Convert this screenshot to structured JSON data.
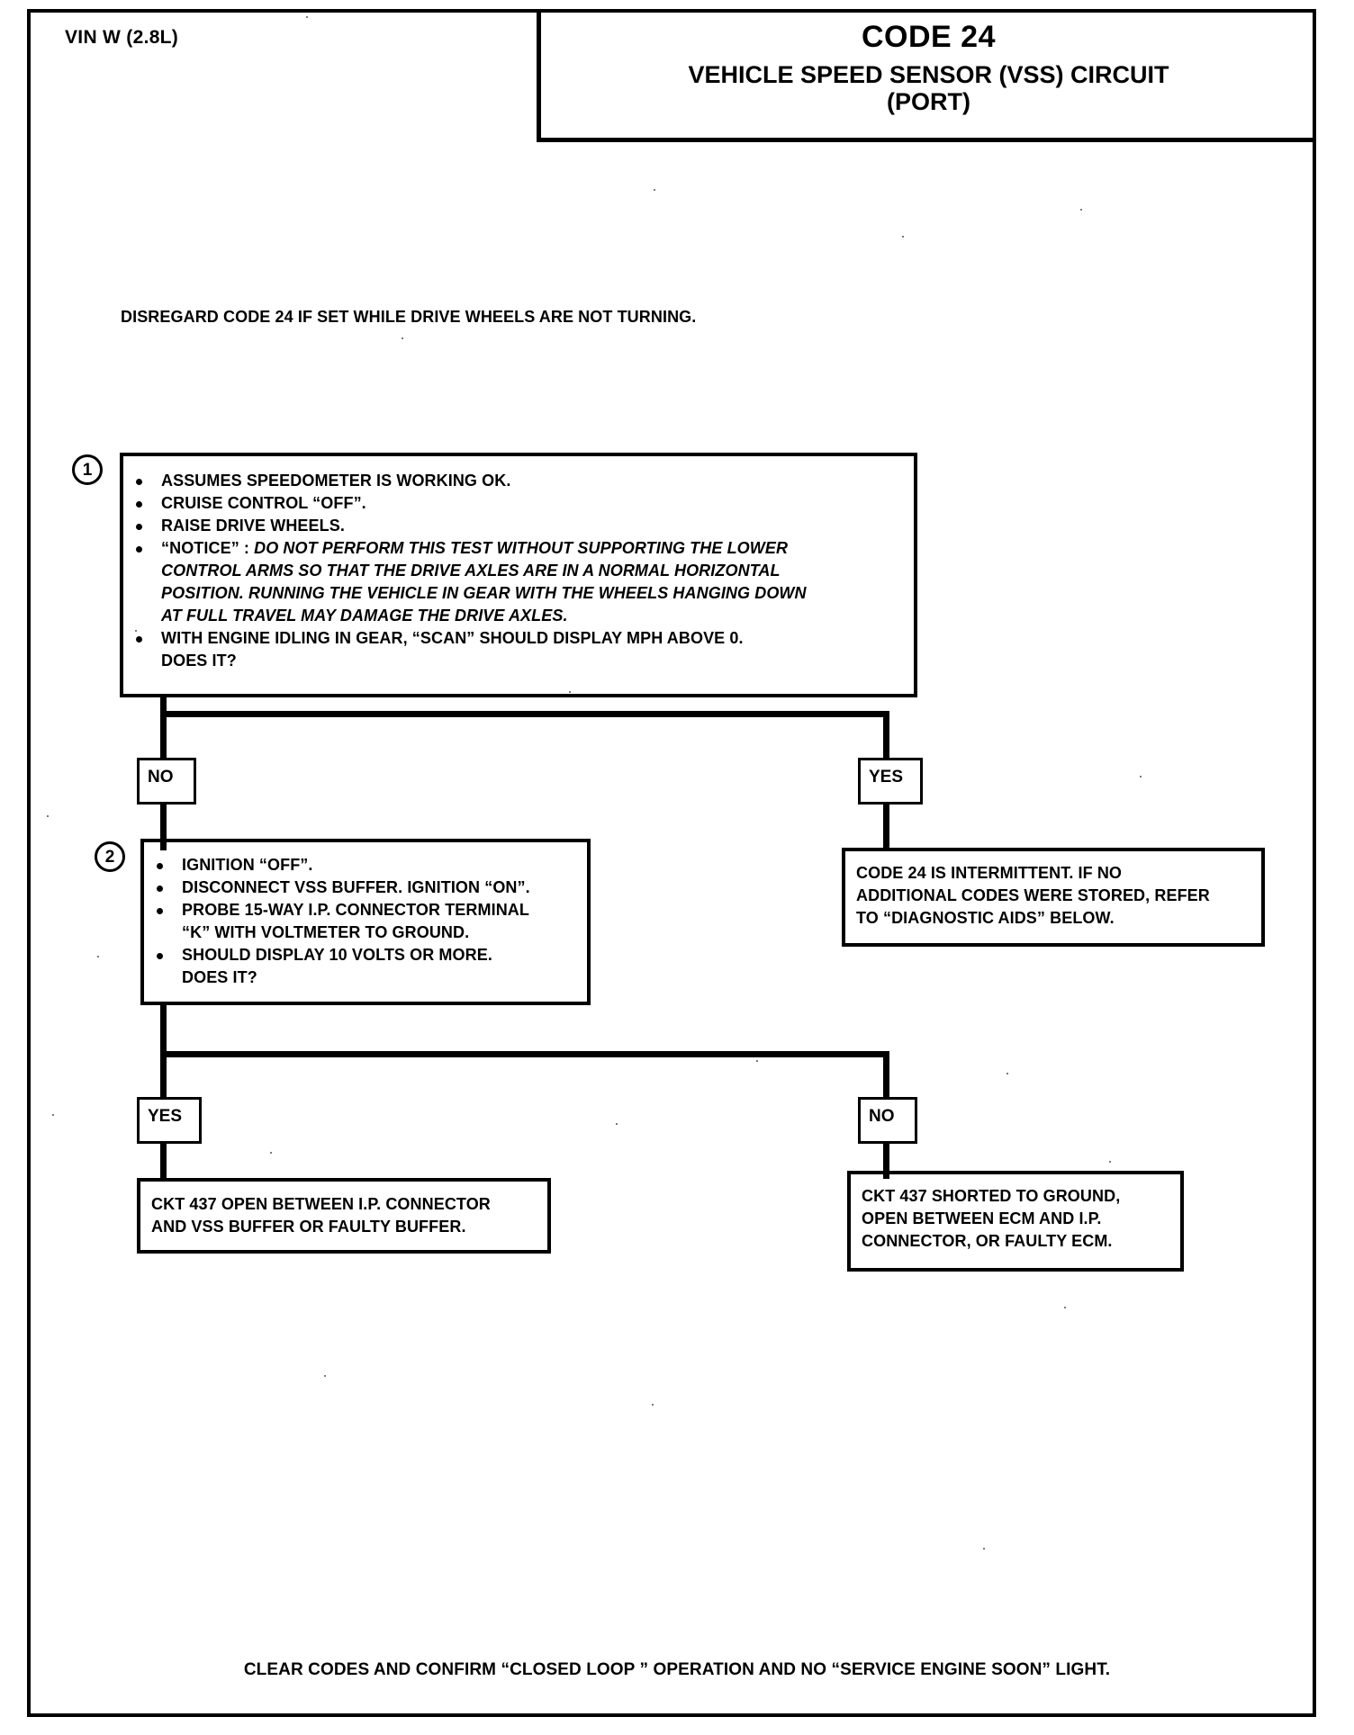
{
  "page": {
    "vin_label": "VIN W (2.8L)",
    "title_code": "CODE 24",
    "title_subtitle_line1": "VEHICLE SPEED SENSOR (VSS) CIRCUIT",
    "title_subtitle_line2": "(PORT)",
    "disregard_note": "DISREGARD CODE 24 IF SET WHILE DRIVE WHEELS ARE NOT TURNING.",
    "footer_note": "CLEAR CODES AND CONFIRM “CLOSED LOOP ” OPERATION AND NO “SERVICE ENGINE SOON” LIGHT."
  },
  "step1": {
    "number": "1",
    "bullets": [
      "ASSUMES SPEEDOMETER IS WORKING OK.",
      "CRUISE CONTROL “OFF”.",
      "RAISE DRIVE WHEELS."
    ],
    "notice_label": "“NOTICE” :",
    "notice_text_line1": "DO NOT PERFORM THIS TEST WITHOUT SUPPORTING THE LOWER",
    "notice_text_line2": "CONTROL ARMS SO THAT THE DRIVE AXLES ARE IN A NORMAL HORIZONTAL",
    "notice_text_line3": "POSITION.  RUNNING THE VEHICLE IN GEAR WITH THE WHEELS HANGING DOWN",
    "notice_text_line4": "AT FULL TRAVEL MAY DAMAGE THE DRIVE AXLES.",
    "question_line1": "WITH ENGINE IDLING IN GEAR, “SCAN” SHOULD DISPLAY MPH ABOVE  0.",
    "question_line2": "DOES IT?"
  },
  "branch1": {
    "no_label": "NO",
    "yes_label": "YES"
  },
  "step2": {
    "number": "2",
    "bullet1": "IGNITION “OFF”.",
    "bullet2": "DISCONNECT VSS BUFFER.  IGNITION “ON”.",
    "bullet3_line1": "PROBE 15-WAY I.P. CONNECTOR TERMINAL",
    "bullet3_line2": "“K” WITH VOLTMETER TO GROUND.",
    "bullet4_line1": "SHOULD DISPLAY 10 VOLTS OR MORE.",
    "bullet4_line2": "DOES IT?"
  },
  "intermittent_box": {
    "line1": "CODE 24 IS INTERMITTENT.  IF NO",
    "line2": "ADDITIONAL CODES WERE STORED, REFER",
    "line3": "TO “DIAGNOSTIC AIDS”  BELOW."
  },
  "branch2": {
    "yes_label": "YES",
    "no_label": "NO"
  },
  "result_left": {
    "line1": "CKT 437 OPEN BETWEEN I.P. CONNECTOR",
    "line2": "AND VSS BUFFER OR FAULTY BUFFER."
  },
  "result_right": {
    "line1": "CKT 437 SHORTED TO GROUND,",
    "line2": "OPEN BETWEEN ECM AND I.P.",
    "line3": "CONNECTOR, OR FAULTY ECM."
  },
  "colors": {
    "ink": "#000000",
    "paper": "#ffffff"
  }
}
